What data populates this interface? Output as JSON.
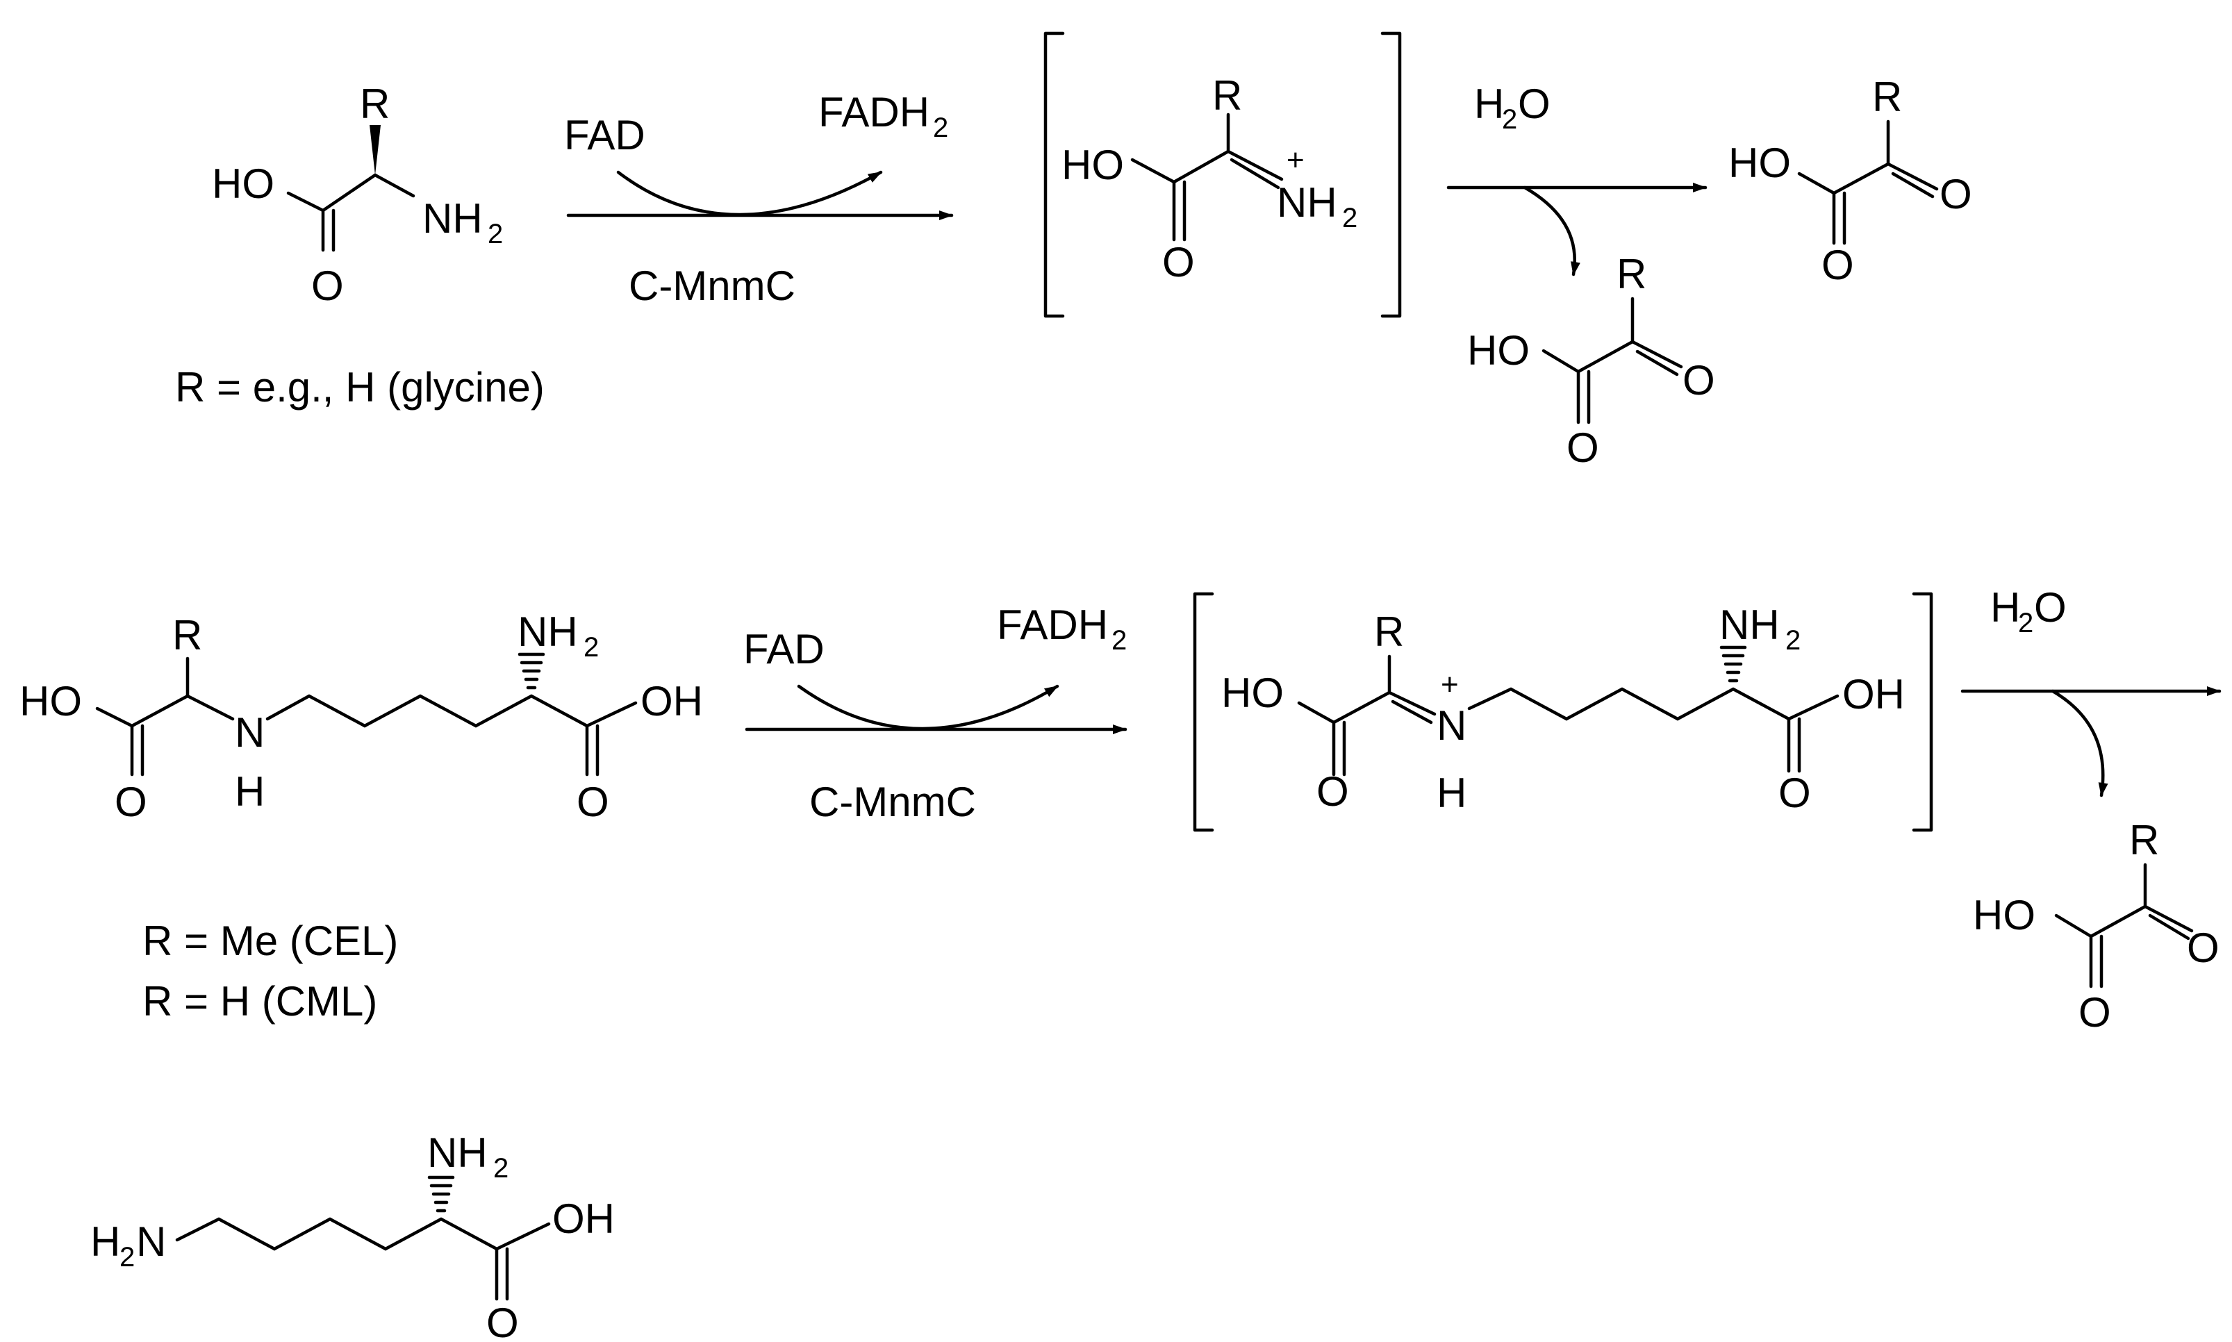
{
  "scheme": {
    "r1": {
      "reagent_above": "FAD",
      "product_above": "FADH",
      "enzyme": "C-MnmC",
      "water": "H",
      "note": "R = e.g., H (glycine)"
    },
    "r2": {
      "reagent_above": "FAD",
      "product_above": "FADH",
      "enzyme": "C-MnmC",
      "water": "H",
      "note1": "R = Me (CEL)",
      "note2": "R = H (CML)"
    }
  },
  "atoms": {
    "r": "R",
    "ho": "HO",
    "oh": "OH",
    "o": "O",
    "nh": "NH",
    "n": "N",
    "h": "H",
    "h2n": "H",
    "h2n_n": "N",
    "sub2": "2",
    "plus": "+"
  }
}
